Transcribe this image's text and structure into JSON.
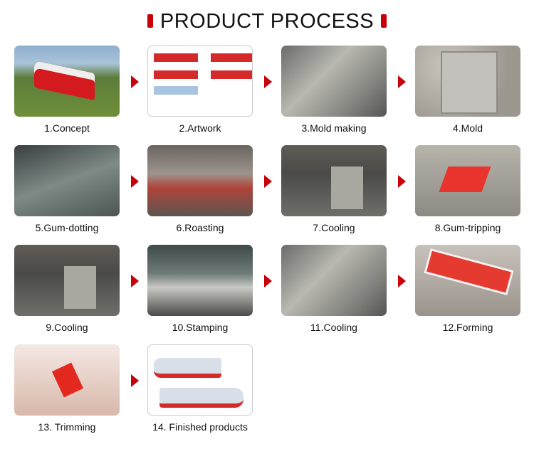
{
  "title": "PRODUCT PROCESS",
  "accent_color": "#c8000a",
  "steps": [
    {
      "label": "1.Concept"
    },
    {
      "label": "2.Artwork"
    },
    {
      "label": "3.Mold making"
    },
    {
      "label": "4.Mold"
    },
    {
      "label": "5.Gum-dotting"
    },
    {
      "label": "6.Roasting"
    },
    {
      "label": "7.Cooling"
    },
    {
      "label": "8.Gum-tripping"
    },
    {
      "label": "9.Cooling"
    },
    {
      "label": "10.Stamping"
    },
    {
      "label": "11.Cooling"
    },
    {
      "label": "12.Forming"
    },
    {
      "label": "13. Trimming"
    },
    {
      "label": "14. Finished products"
    }
  ]
}
